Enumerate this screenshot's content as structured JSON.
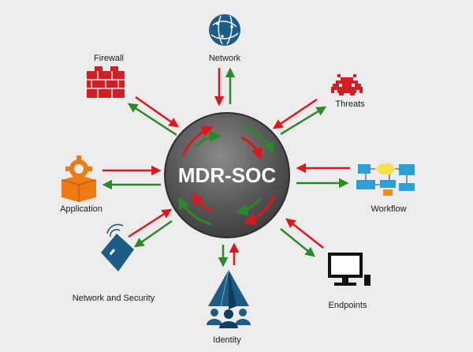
{
  "hub": {
    "label": "MDR-SOC"
  },
  "nodes": {
    "network": {
      "label": "Network",
      "icon": "globe-network-icon"
    },
    "firewall": {
      "label": "Firewall",
      "icon": "brick-wall-icon"
    },
    "threats": {
      "label": "Threats",
      "icon": "space-invader-icon"
    },
    "application": {
      "label": "Application",
      "icon": "gear-box-icon"
    },
    "workflow": {
      "label": "Workflow",
      "icon": "flowchart-icon"
    },
    "network_security": {
      "label": "Network and Security",
      "icon": "wireless-card-icon"
    },
    "endpoints": {
      "label": "Endpoints",
      "icon": "desktop-computer-icon"
    },
    "identity": {
      "label": "Identity",
      "icon": "user-group-pyramid-icon"
    }
  },
  "colors": {
    "background": "#ececec",
    "hub": "#555555",
    "inbound_arrow": "#e0161c",
    "outbound_arrow": "#2a8a2a",
    "icon_blue": "#1d5d85",
    "icon_red": "#d21f25",
    "icon_orange": "#ee7a12"
  }
}
